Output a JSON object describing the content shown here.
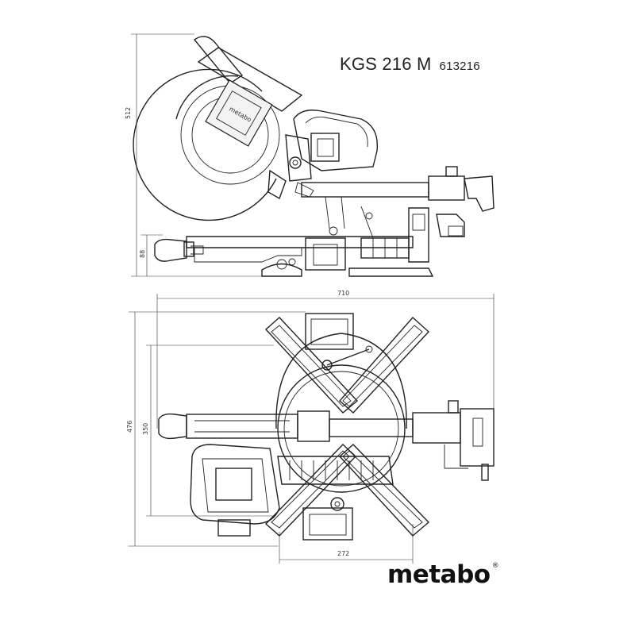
{
  "product": {
    "model": "KGS 216 M",
    "code": "613216"
  },
  "dimensions": {
    "height_total": "512",
    "height_base": "88",
    "width_total": "710",
    "depth_total": "476",
    "depth_table": "350",
    "width_table": "272"
  },
  "brand": {
    "logo_text": "metabo",
    "registered_mark": "®"
  },
  "colors": {
    "line": "#222222",
    "background": "#ffffff"
  }
}
